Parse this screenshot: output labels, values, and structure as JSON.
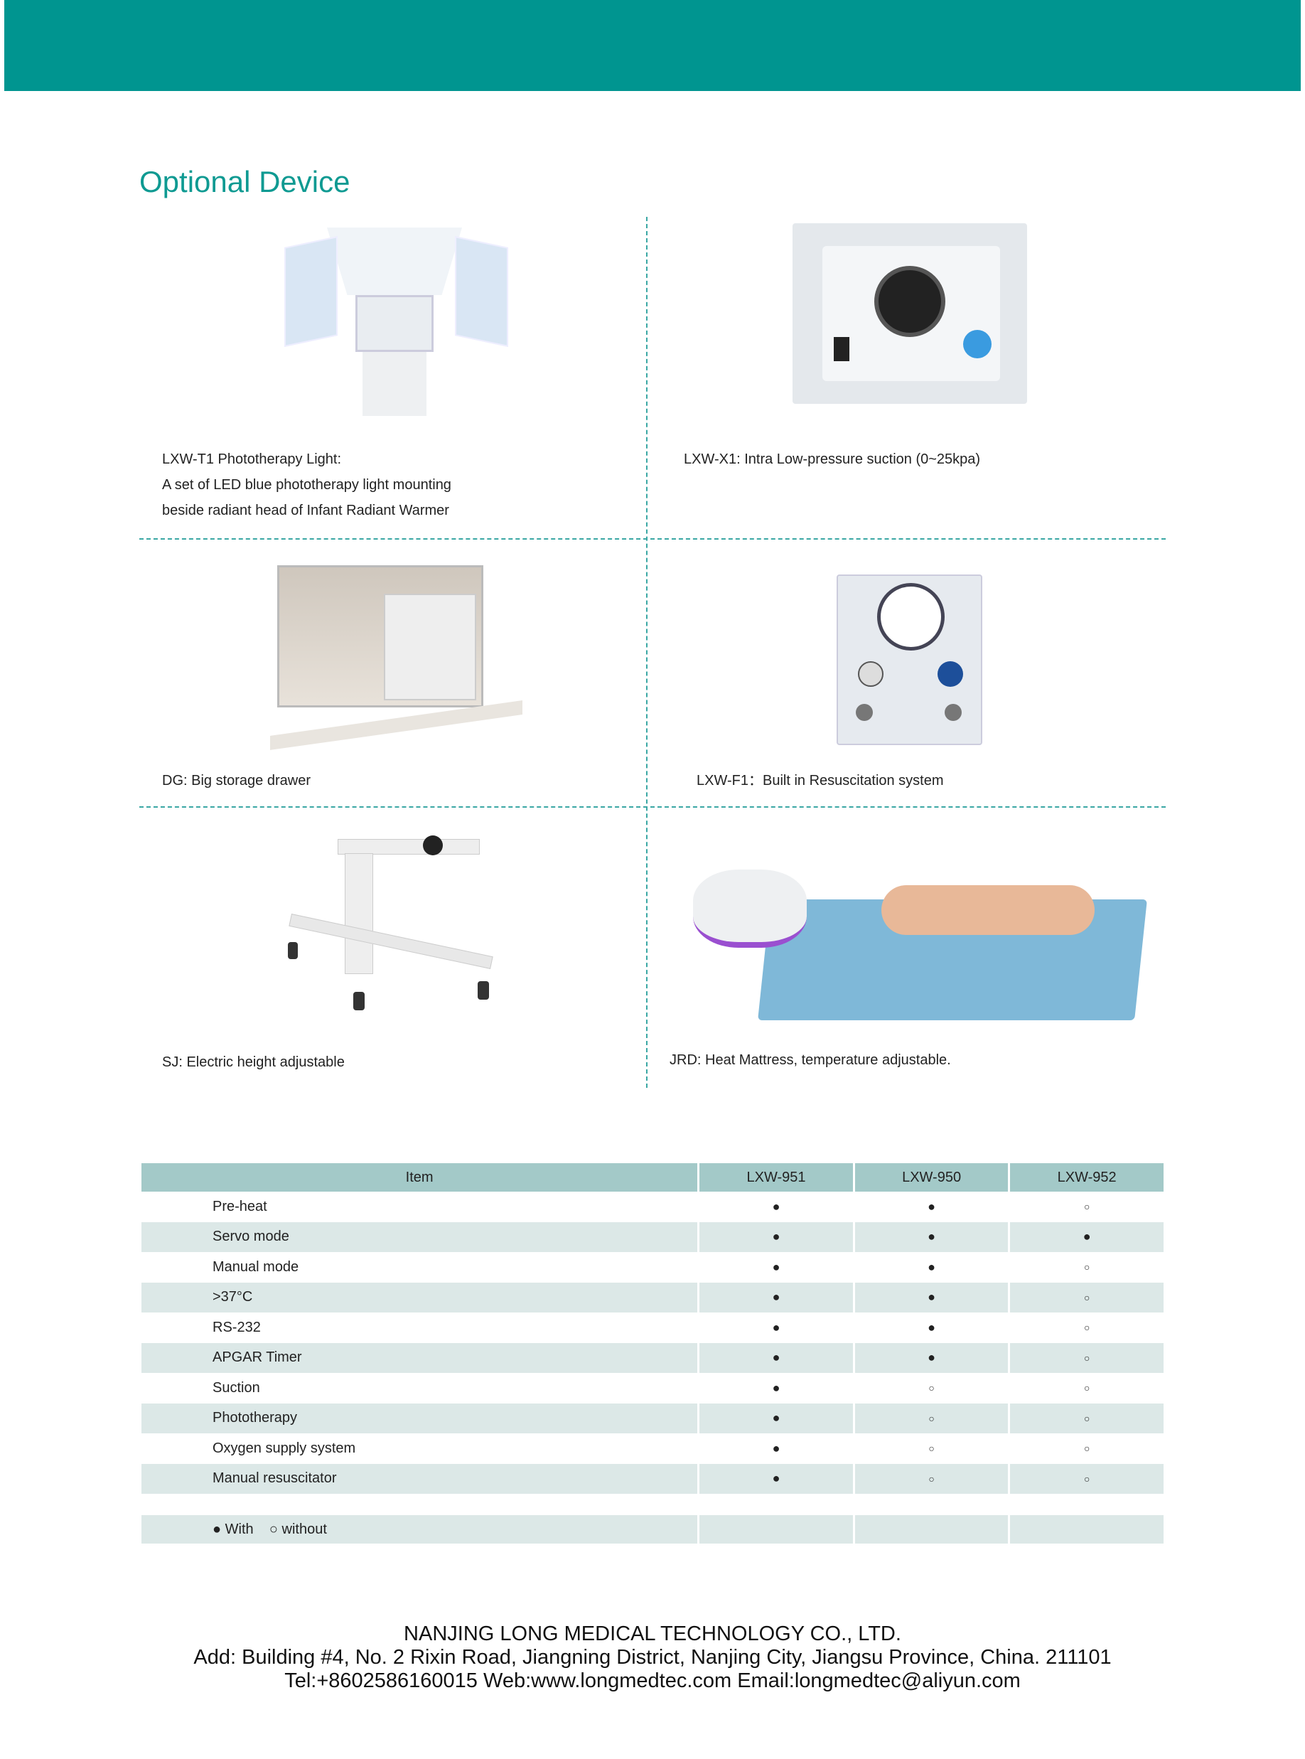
{
  "header": {
    "band_color": "#009590"
  },
  "title": "Optional Device",
  "devices": [
    {
      "code": "LXW-T1",
      "label": "Phototherapy Light:",
      "desc": [
        "A set of LED blue phototherapy light mounting",
        "beside radiant head of Infant Radiant Warmer"
      ]
    },
    {
      "code": "LXW-X1",
      "label": ": Intra Low-pressure suction (0~25kpa)"
    },
    {
      "code": "DG",
      "label": ": Big storage drawer"
    },
    {
      "code": "LXW-F1",
      "label": "：Built in Resuscitation system"
    },
    {
      "code": "SJ",
      "label": ": Electric height adjustable"
    },
    {
      "code": "JRD",
      "label": ": Heat Mattress, temperature adjustable."
    }
  ],
  "table": {
    "headers": [
      "Item",
      "LXW-951",
      "LXW-950",
      "LXW-952"
    ],
    "rows": [
      [
        "Pre-heat",
        "●",
        "●",
        "○"
      ],
      [
        "Servo mode",
        "●",
        "●",
        "●"
      ],
      [
        "Manual mode",
        "●",
        "●",
        "○"
      ],
      [
        ">37°C",
        "●",
        "●",
        "○"
      ],
      [
        "RS-232",
        "●",
        "●",
        "○"
      ],
      [
        "APGAR Timer",
        "●",
        "●",
        "○"
      ],
      [
        "Suction",
        "●",
        "○",
        "○"
      ],
      [
        "Phototherapy",
        "●",
        "○",
        "○"
      ],
      [
        "Oxygen supply system",
        "●",
        "○",
        "○"
      ],
      [
        "Manual resuscitator",
        "●",
        "○",
        "○"
      ]
    ],
    "legend": "● With    ○ without"
  },
  "footer": {
    "company": "NANJING LONG MEDICAL TECHNOLOGY CO., LTD.",
    "address": "Add: Building #4, No. 2 Rixin Road, Jiangning District, Nanjing City, Jiangsu Province, China. 211101",
    "contact": "Tel:+8602586160015 Web:www.longmedtec.com Email:longmedtec@aliyun.com"
  }
}
